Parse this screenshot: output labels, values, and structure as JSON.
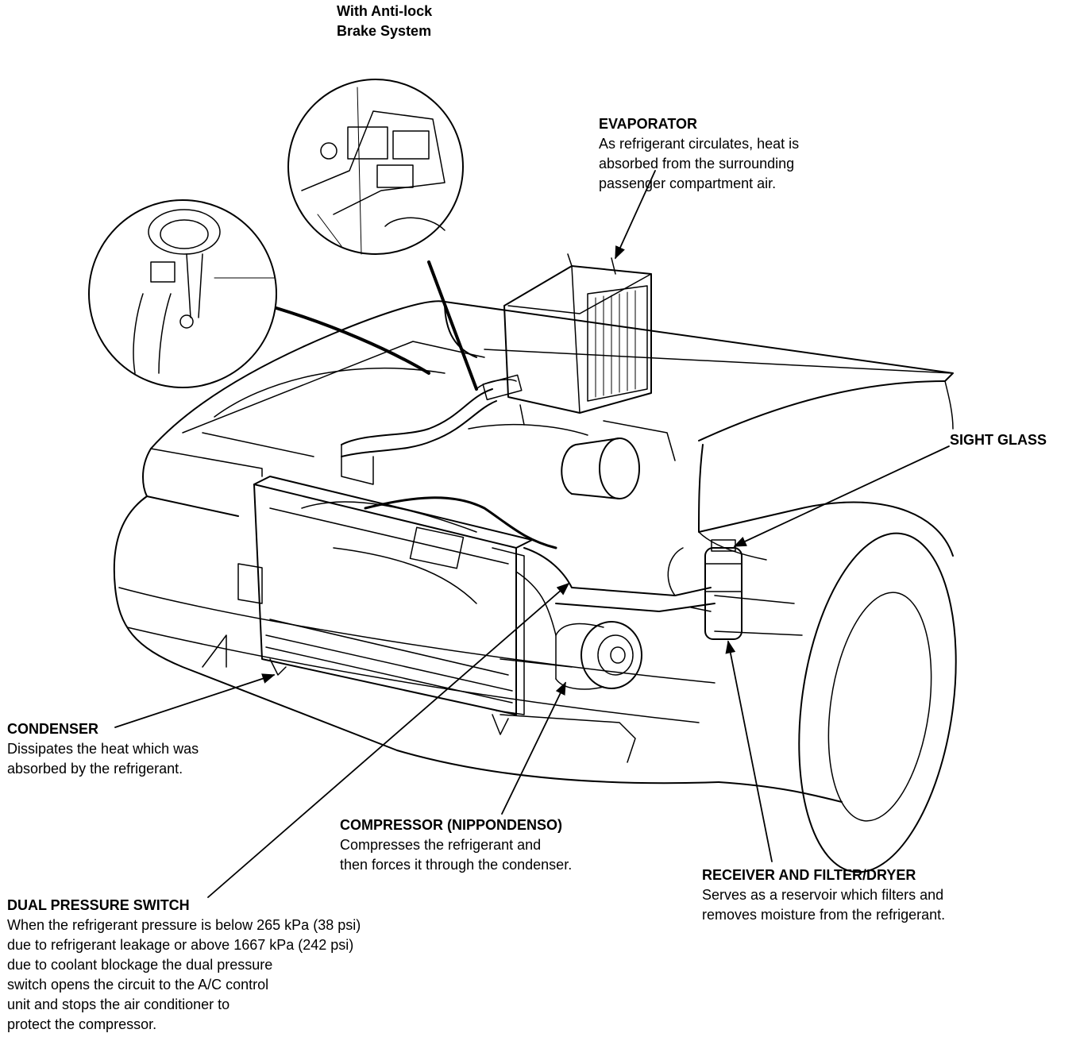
{
  "abs_inset": {
    "title": "With Anti-lock\nBrake System"
  },
  "labels": {
    "evaporator": {
      "title": "EVAPORATOR",
      "body": "As refrigerant circulates, heat is\nabsorbed from the surrounding\npassenger compartment air."
    },
    "sight_glass": {
      "title": "SIGHT GLASS"
    },
    "condenser": {
      "title": "CONDENSER",
      "body": "Dissipates the heat which was\nabsorbed by the refrigerant."
    },
    "compressor": {
      "title": "COMPRESSOR (NIPPONDENSO)",
      "body": "Compresses the refrigerant and\nthen forces it through the condenser."
    },
    "receiver": {
      "title": "RECEIVER AND FILTER/DRYER",
      "body": "Serves as a reservoir which filters and\nremoves moisture from the refrigerant."
    },
    "dual_pressure_switch": {
      "title": "DUAL PRESSURE SWITCH",
      "body": "When the refrigerant pressure is below 265 kPa (38 psi)\ndue to refrigerant leakage or above 1667 kPa (242 psi)\ndue to coolant blockage the dual pressure\nswitch opens the circuit to the A/C control\nunit and stops the air conditioner to\nprotect the compressor."
    }
  },
  "colors": {
    "line": "#000000",
    "background": "#ffffff"
  }
}
